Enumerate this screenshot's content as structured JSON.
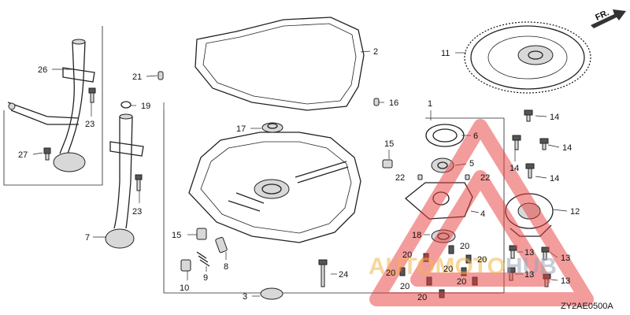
{
  "diagram": {
    "code": "ZY2AE0500A",
    "direction_marker": "FR.",
    "callouts": [
      {
        "id": "c1",
        "text": "1"
      },
      {
        "id": "c2",
        "text": "2"
      },
      {
        "id": "c3",
        "text": "3"
      },
      {
        "id": "c4",
        "text": "4"
      },
      {
        "id": "c5",
        "text": "5"
      },
      {
        "id": "c6",
        "text": "6"
      },
      {
        "id": "c7",
        "text": "7"
      },
      {
        "id": "c8",
        "text": "8"
      },
      {
        "id": "c9",
        "text": "9"
      },
      {
        "id": "c10",
        "text": "10"
      },
      {
        "id": "c11",
        "text": "11"
      },
      {
        "id": "c12",
        "text": "12"
      },
      {
        "id": "c13a",
        "text": "13"
      },
      {
        "id": "c13b",
        "text": "13"
      },
      {
        "id": "c13c",
        "text": "13"
      },
      {
        "id": "c13d",
        "text": "13"
      },
      {
        "id": "c14a",
        "text": "14"
      },
      {
        "id": "c14b",
        "text": "14"
      },
      {
        "id": "c14c",
        "text": "14"
      },
      {
        "id": "c14d",
        "text": "14"
      },
      {
        "id": "c15",
        "text": "15"
      },
      {
        "id": "c15b",
        "text": "15"
      },
      {
        "id": "c16",
        "text": "16"
      },
      {
        "id": "c17",
        "text": "17"
      },
      {
        "id": "c18",
        "text": "18"
      },
      {
        "id": "c19",
        "text": "19"
      },
      {
        "id": "c20a",
        "text": "20"
      },
      {
        "id": "c20b",
        "text": "20"
      },
      {
        "id": "c20c",
        "text": "20"
      },
      {
        "id": "c20d",
        "text": "20"
      },
      {
        "id": "c20e",
        "text": "20"
      },
      {
        "id": "c20f",
        "text": "20"
      },
      {
        "id": "c20g",
        "text": "20"
      },
      {
        "id": "c20h",
        "text": "20"
      },
      {
        "id": "c21",
        "text": "21"
      },
      {
        "id": "c22a",
        "text": "22"
      },
      {
        "id": "c22b",
        "text": "22"
      },
      {
        "id": "c23a",
        "text": "23"
      },
      {
        "id": "c23b",
        "text": "23"
      },
      {
        "id": "c24",
        "text": "24"
      },
      {
        "id": "c26",
        "text": "26"
      },
      {
        "id": "c27",
        "text": "27"
      }
    ]
  },
  "watermark": {
    "brand_part1": "AUTOMOTO",
    "brand_part2": "HUB",
    "color_primary": "#f2b64a",
    "color_secondary": "#9aa6b8",
    "triangle_color": "#e73a3a"
  }
}
